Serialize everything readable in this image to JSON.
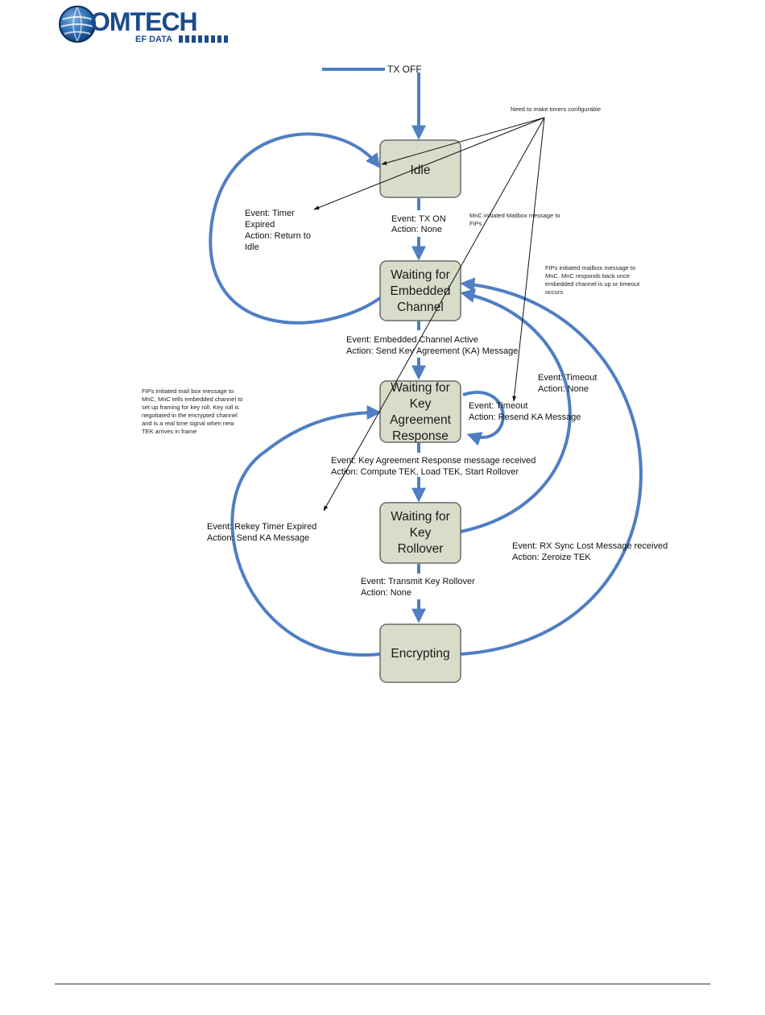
{
  "header": {
    "logo_word": "OMTECH",
    "logo_sub": "EF DATA"
  },
  "colors": {
    "arrow": "#4f7ec4",
    "state_fill": "#d8ddca",
    "state_stroke": "#6a6a6a",
    "pointer": "#111111"
  },
  "diagram": {
    "start_label": "TX OFF",
    "states": {
      "idle": [
        "Idle"
      ],
      "waiting_embedded": [
        "Waiting for",
        "Embedded",
        "Channel"
      ],
      "waiting_ka": [
        "Waiting for",
        "Key",
        "Agreement",
        "Response"
      ],
      "waiting_rollover": [
        "Waiting for",
        "Key",
        "Rollover"
      ],
      "encrypting": [
        "Encrypting"
      ]
    },
    "transitions": {
      "timer_expired": [
        "Event: Timer",
        "Expired",
        "Action: Return to",
        "Idle"
      ],
      "tx_on": [
        "Event: TX ON",
        "Action: None"
      ],
      "embedded_active": [
        "Event: Embedded Channel Active",
        "Action: Send Key Agreement (KA) Message"
      ],
      "ka_timeout": [
        "Event: Timeout",
        "Action: Resend KA Message"
      ],
      "rollover_timeout": [
        "Event: Timeout",
        "Action: None"
      ],
      "ka_received": [
        "Event: Key Agreement Response message received",
        "Action: Compute TEK, Load TEK, Start Rollover"
      ],
      "rekey": [
        "Event: Rekey Timer Expired",
        "Action: Send KA Message"
      ],
      "rx_sync_lost": [
        "Event: RX Sync Lost Message received",
        "Action: Zeroize TEK"
      ],
      "transmit_rollover": [
        "Event: Transmit Key Rollover",
        "Action: None"
      ]
    },
    "notes": {
      "timers": [
        "Need to make timers configurable"
      ],
      "mnc_mailbox": [
        "MnC initiated Mailbox message to",
        "FIPs"
      ],
      "fips_mailbox": [
        "FIPs initiated mailbox message to",
        "MnC. MnC responds back once",
        "embedded channel is up or timeout",
        "occurs"
      ],
      "fips_key_roll": [
        "FIPs initiated mail box message to",
        "MnC, MnC tells embedded channel to",
        "set up framing for key roll.  Key roll is",
        "negotiated in the encrypted channel",
        "and is a real time signal when new",
        "TEK arrives in frame"
      ]
    }
  }
}
